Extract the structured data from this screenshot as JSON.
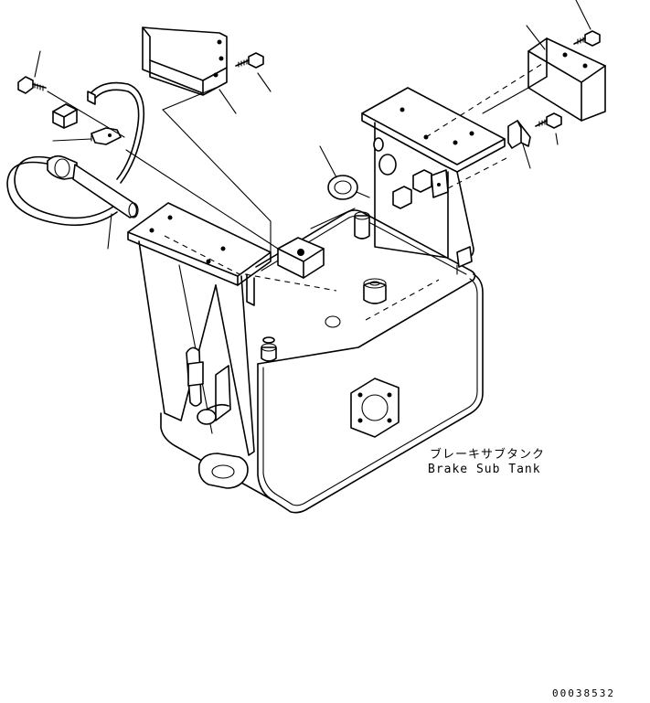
{
  "caption": {
    "japanese": "ブレーキサブタンク",
    "english": "Brake Sub Tank"
  },
  "drawing_number": "00038532"
}
